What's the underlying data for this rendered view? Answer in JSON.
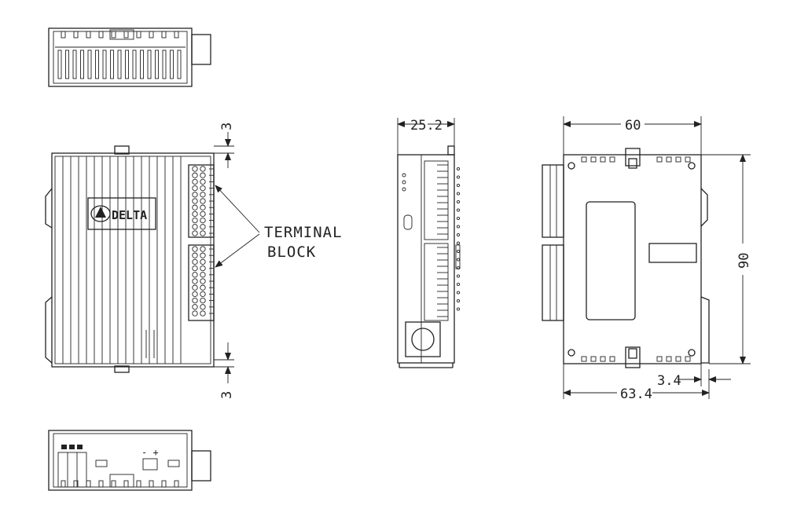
{
  "labels": {
    "terminal_line1": "TERMINAL",
    "terminal_line2": "BLOCK",
    "brand": "DELTA",
    "polarity": "- +"
  },
  "dimensions": {
    "top_gap": "3",
    "bottom_gap": "3",
    "depth": "25.2",
    "width": "60",
    "height": "90",
    "rail_offset": "3.4",
    "overall_width": "63.4"
  }
}
